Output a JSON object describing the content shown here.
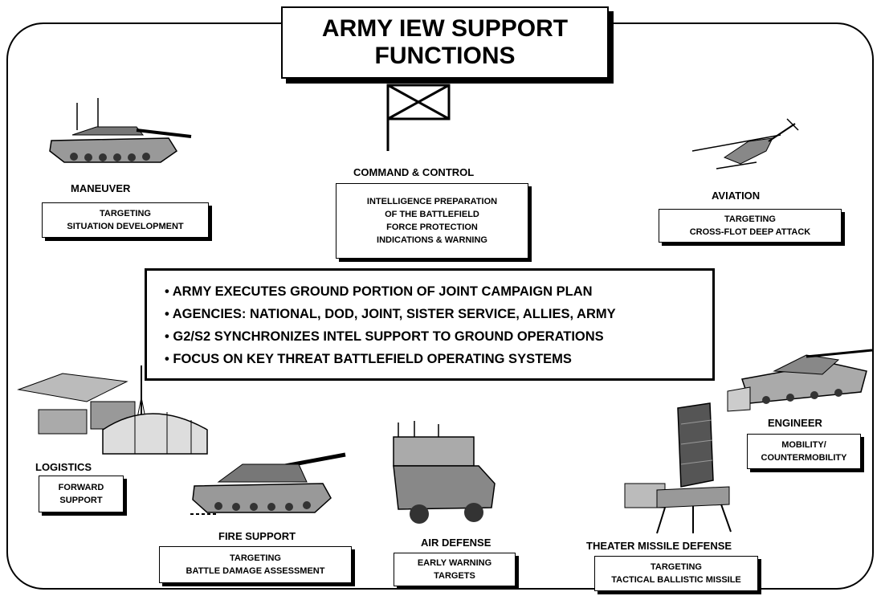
{
  "title": {
    "line1": "ARMY IEW SUPPORT",
    "line2": "FUNCTIONS"
  },
  "command_control": {
    "label": "COMMAND & CONTROL",
    "lines": [
      "INTELLIGENCE PREPARATION",
      "OF THE BATTLEFIELD",
      "FORCE PROTECTION",
      "INDICATIONS  & WARNING"
    ]
  },
  "maneuver": {
    "label": "MANEUVER",
    "lines": [
      "TARGETING",
      "SITUATION DEVELOPMENT"
    ]
  },
  "aviation": {
    "label": "AVIATION",
    "lines": [
      "TARGETING",
      "CROSS-FLOT DEEP ATTACK"
    ]
  },
  "main_points": [
    "• ARMY EXECUTES GROUND PORTION OF JOINT CAMPAIGN PLAN",
    "• AGENCIES: NATIONAL, DOD, JOINT, SISTER SERVICE, ALLIES, ARMY",
    "• G2/S2 SYNCHRONIZES INTEL SUPPORT  TO GROUND OPERATIONS",
    "• FOCUS ON KEY THREAT BATTLEFIELD OPERATING SYSTEMS"
  ],
  "logistics": {
    "label": "LOGISTICS",
    "lines": [
      "FORWARD",
      "SUPPORT"
    ]
  },
  "engineer": {
    "label": "ENGINEER",
    "lines": [
      "MOBILITY/",
      "COUNTERMOBILITY"
    ]
  },
  "fire_support": {
    "label": "FIRE SUPPORT",
    "lines": [
      "TARGETING",
      "BATTLE DAMAGE ASSESSMENT"
    ]
  },
  "air_defense": {
    "label": "AIR DEFENSE",
    "lines": [
      "EARLY WARNING",
      "TARGETS"
    ]
  },
  "theater_missile_defense": {
    "label": "THEATER MISSILE DEFENSE",
    "lines": [
      "TARGETING",
      "TACTICAL BALLISTIC MISSILE"
    ]
  }
}
